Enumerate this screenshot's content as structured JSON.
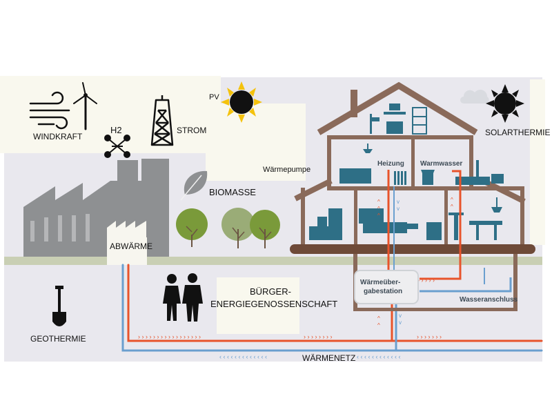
{
  "labels": {
    "windkraft": "WINDKRAFT",
    "h2": "H2",
    "strom": "STROM",
    "pv": "PV",
    "solarthermie": "SOLARTHERMIE",
    "waermepumpe": "Wärmepumpe",
    "biomasse": "BIOMASSE",
    "abwaerme": "ABWÄRME",
    "buerger_line1": "BÜRGER-",
    "buerger_line2": "ENERGIEGENOSSENSCHAFT",
    "geothermie": "GEOTHERMIE",
    "waermenetz": "WÄRMENETZ",
    "heizung": "Heizung",
    "warmwasser": "Warmwasser",
    "station_line1": "Wärmeüber-",
    "station_line2": "gabestation",
    "wasseranschluss": "Wasseranschluss"
  },
  "icons": [
    "wind-icon",
    "wind-turbine-icon",
    "hydrogen-molecule-icon",
    "power-pylon-icon",
    "sun-icon",
    "cloud-icon",
    "leaf-icon",
    "tree-icon",
    "factory-icon",
    "people-icon",
    "shovel-icon",
    "house-icon",
    "radiator-icon",
    "faucet-icon"
  ],
  "colors": {
    "panel_grey": "#e9e8ee",
    "factory_grey": "#8e9092",
    "house_brown": "#8a6a5a",
    "furniture_teal": "#2e6f86",
    "pipe_hot": "#e8532b",
    "pipe_cold": "#6a9fcf",
    "tree_green": "#7a9a3a",
    "ground_green": "#c9cfb4"
  }
}
